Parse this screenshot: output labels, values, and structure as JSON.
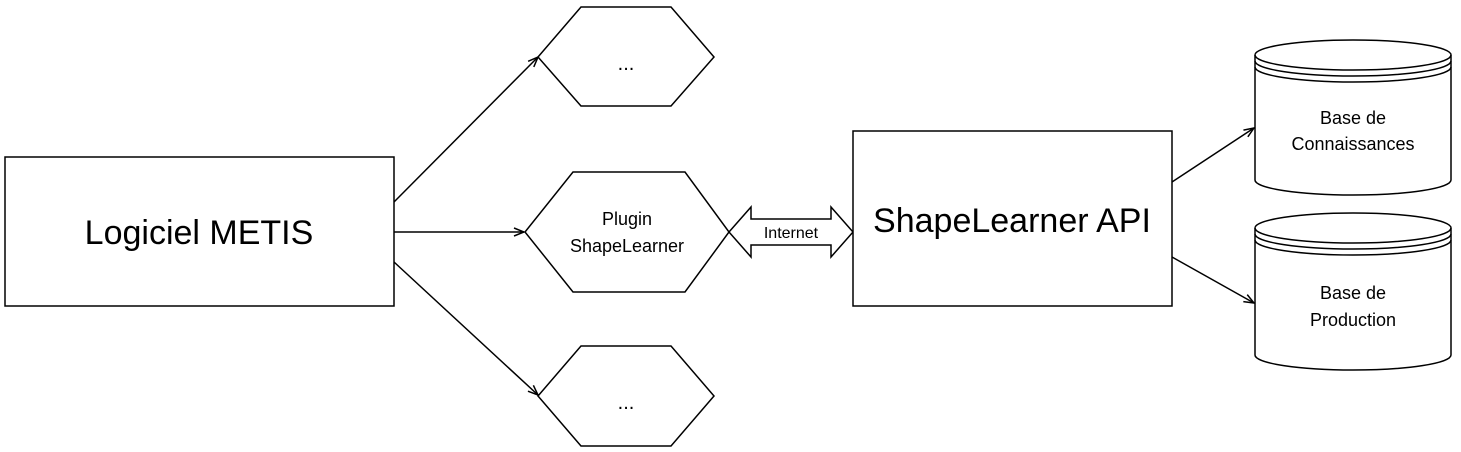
{
  "nodes": {
    "metis": {
      "label": "Logiciel METIS"
    },
    "top_plugin": {
      "label": "..."
    },
    "plugin": {
      "line1": "Plugin",
      "line2": "ShapeLearner"
    },
    "bottom_plugin": {
      "label": "..."
    },
    "api": {
      "label": "ShapeLearner API"
    },
    "knowledge_db": {
      "line1": "Base de",
      "line2": "Connaissances"
    },
    "production_db": {
      "line1": "Base de",
      "line2": "Production"
    }
  },
  "edges": {
    "internet": {
      "label": "Internet"
    }
  },
  "style": {
    "stroke": "#000000",
    "fill": "#ffffff"
  }
}
